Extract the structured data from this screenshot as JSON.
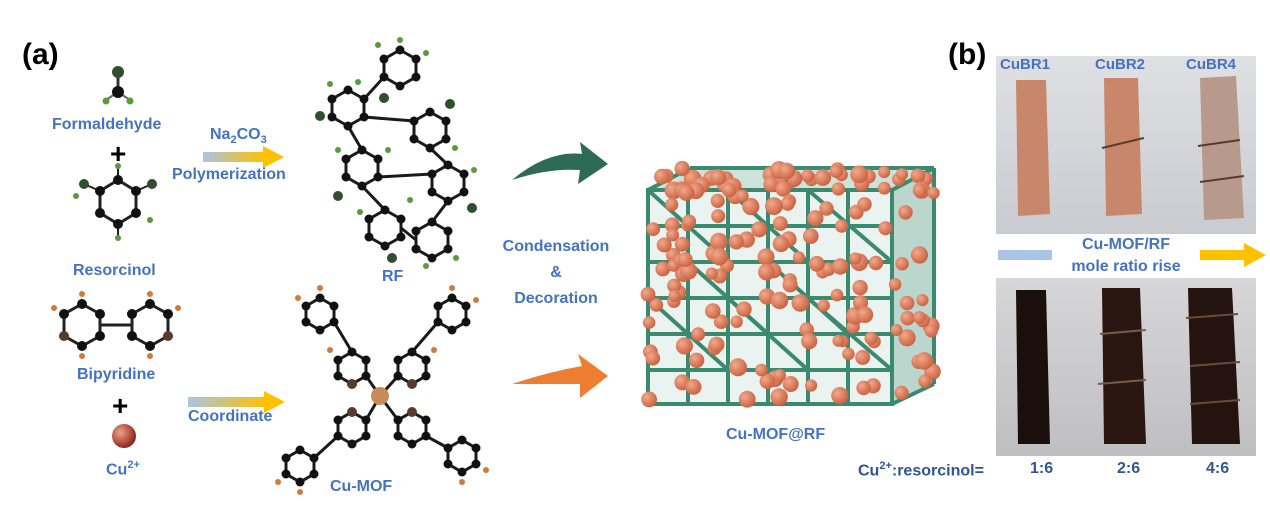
{
  "panel_a": {
    "label": "(a)",
    "formaldehyde": "Formaldehyde",
    "resorcinol": "Resorcinol",
    "bipyridine": "Bipyridine",
    "cu_ion": "Cu",
    "cu_charge": "2+",
    "plus": "+",
    "reagent_prefix": "Na",
    "reagent_sub1": "2",
    "reagent_mid": "CO",
    "reagent_sub2": "3",
    "polymerization": "Polymerization",
    "coordinate": "Coordinate",
    "rf": "RF",
    "cu_mof": "Cu-MOF",
    "condensation": "Condensation",
    "amp": "&",
    "decoration": "Decoration",
    "product": "Cu-MOF@RF"
  },
  "panel_b": {
    "label": "(b)",
    "samples": [
      "CuBR1",
      "CuBR2",
      "CuBR4"
    ],
    "trend_line1": "Cu-MOF/RF",
    "trend_line2": "mole ratio rise",
    "ratio_prefix_ion": "Cu",
    "ratio_prefix_charge": "2+",
    "ratio_prefix_rest": ":resorcinol=",
    "ratios": [
      "1:6",
      "2:6",
      "4:6"
    ]
  },
  "colors": {
    "label_blue": "#4472c4",
    "arrow_green": "#2e6b57",
    "arrow_orange": "#ed7d31",
    "gradient_start": "#a9c4e4",
    "gradient_end": "#ffc000",
    "mof_frame": "#3a8a70",
    "copper_sphere": "#e07a5a"
  }
}
